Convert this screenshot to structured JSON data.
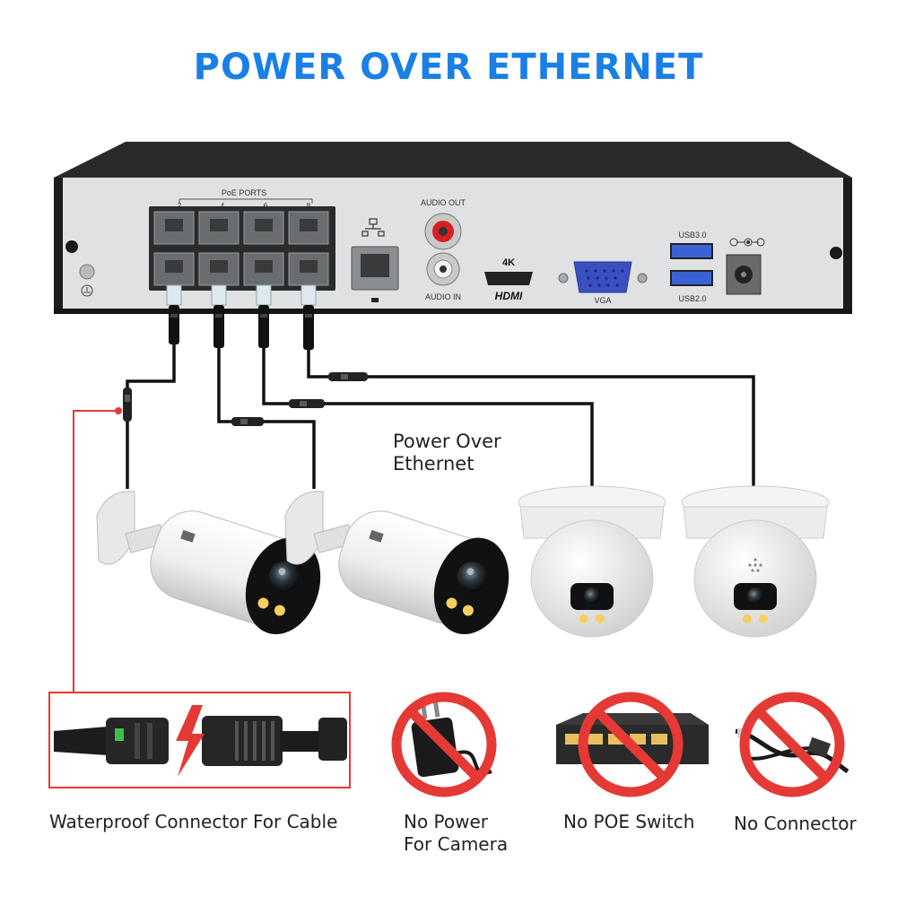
{
  "title": "POWER OVER ETHERNET",
  "accent_color": "#1a7fe6",
  "warning_color": "#e53935",
  "nvr": {
    "poe_ports_label": "PoE PORTS",
    "port_numbers": [
      "2",
      "4",
      "6",
      "8"
    ],
    "audio_out": "AUDIO OUT",
    "audio_in": "AUDIO IN",
    "hdmi_4k": "4K",
    "hdmi": "HDMI",
    "vga": "VGA",
    "usb3": "USB3.0",
    "usb2": "USB2.0"
  },
  "poe_label": "Power Over Ethernet",
  "bottom_labels": {
    "connector": "Waterproof Connector For Cable",
    "no_power": "No Power For Camera",
    "no_switch": "No POE Switch",
    "no_connector": "No Connector"
  },
  "icons": [
    "ground-icon",
    "lan-icon",
    "dc-power-icon",
    "prohibited-icon",
    "lightning-icon"
  ]
}
